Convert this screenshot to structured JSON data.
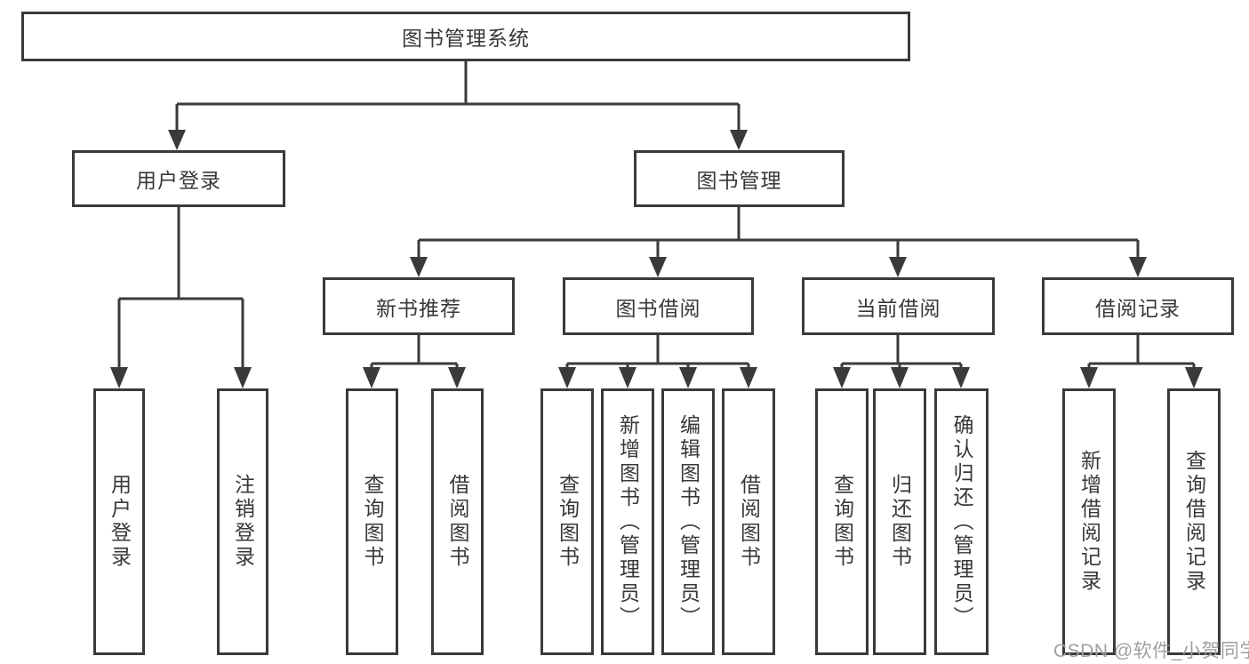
{
  "diagram": {
    "root": {
      "label": "图书管理系统"
    },
    "level2": [
      {
        "label": "用户登录"
      },
      {
        "label": "图书管理"
      }
    ],
    "level3": [
      {
        "label": "新书推荐"
      },
      {
        "label": "图书借阅"
      },
      {
        "label": "当前借阅"
      },
      {
        "label": "借阅记录"
      }
    ],
    "leaves": {
      "user_login": [
        {
          "label": "用户登录"
        },
        {
          "label": "注销登录"
        }
      ],
      "new_book": [
        {
          "label": "查询图书"
        },
        {
          "label": "借阅图书"
        }
      ],
      "book_borrow": [
        {
          "label": "查询图书"
        },
        {
          "label": "新增图书（管理员）"
        },
        {
          "label": "编辑图书（管理员）"
        },
        {
          "label": "借阅图书"
        }
      ],
      "current_borrow": [
        {
          "label": "查询图书"
        },
        {
          "label": "归还图书"
        },
        {
          "label": "确认归还（管理员）"
        }
      ],
      "borrow_record": [
        {
          "label": "新增借阅记录"
        },
        {
          "label": "查询借阅记录"
        }
      ]
    },
    "watermark": "CSDN @软件_小贺同学",
    "colors": {
      "line": "#3a3a3a",
      "text": "#383838",
      "watermark": "#a0a0a0",
      "background": "#ffffff"
    }
  }
}
